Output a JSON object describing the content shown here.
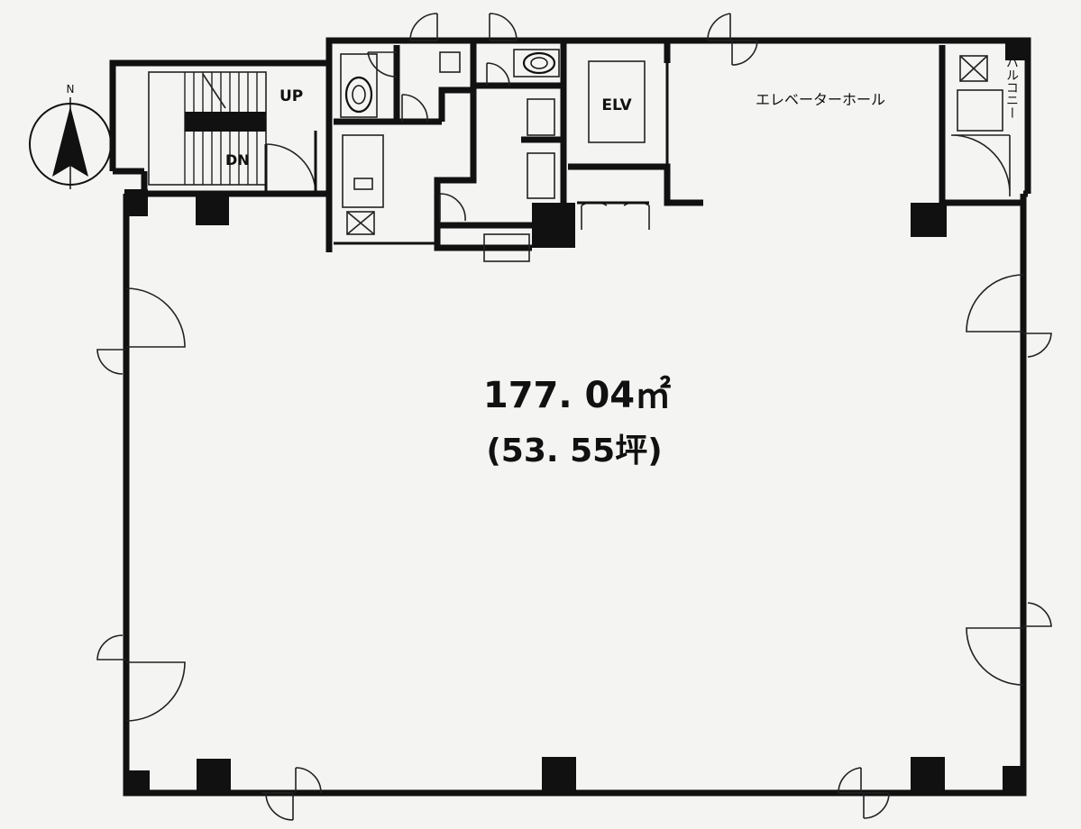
{
  "labels": {
    "up": "UP",
    "down": "DN",
    "elevator": "ELV",
    "elevator_hall": "エレベーターホール",
    "balcony": "バルコニー",
    "north": "N",
    "area_sqm": "177. 04㎡",
    "area_tsubo": "(53. 55坪)"
  },
  "colors": {
    "ink": "#111111",
    "paper": "#f4f4f2"
  },
  "icons": [
    "north-arrow-icon",
    "toilet-icon",
    "door-swing-icon",
    "structural-column-icon"
  ]
}
